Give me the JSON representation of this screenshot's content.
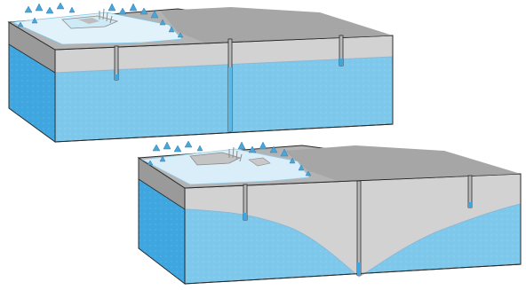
{
  "figure": {
    "panels": [
      {
        "id": "before-pumping",
        "wells": 3,
        "water_table": "flat"
      },
      {
        "id": "after-pumping",
        "wells": 3,
        "water_table": "cone-of-depression"
      }
    ],
    "colors": {
      "groundwater": "#7ec8ec",
      "groundwater_dark": "#3fa6df",
      "unsaturated_soil": "#d2d2d2",
      "surface_gray": "#a6a6a6",
      "surface_light": "#c7c7c7",
      "pond": "#cfeaf7",
      "trees": "#4aa6d8",
      "outline": "#2a2a2a"
    }
  }
}
